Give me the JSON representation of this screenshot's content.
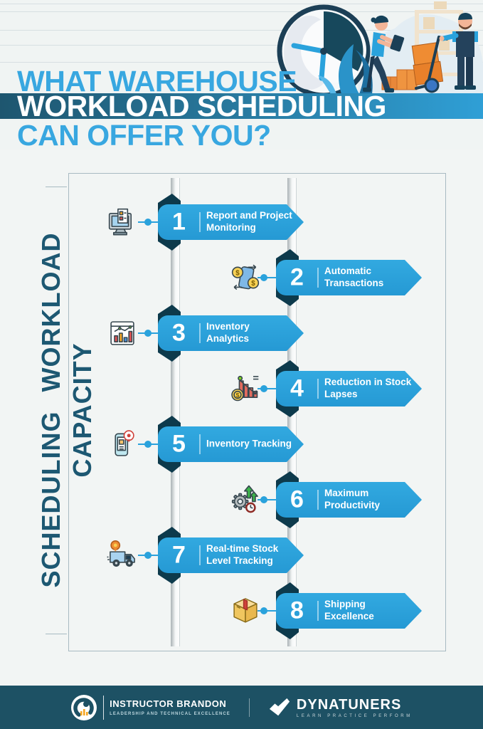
{
  "title": {
    "line1": "WHAT WAREHOUSE",
    "line2": "WORKLOAD SCHEDULING",
    "line3": "CAN OFFER YOU?"
  },
  "side_label": "SCHEDULING WORKLOAD CAPACITY",
  "items": [
    {
      "number": "1",
      "label": "Report and Project\nMonitoring",
      "icon": "monitor-report-icon"
    },
    {
      "number": "2",
      "label": "Automatic\nTransactions",
      "icon": "money-transactions-icon"
    },
    {
      "number": "3",
      "label": "Inventory\nAnalytics",
      "icon": "analytics-board-icon"
    },
    {
      "number": "4",
      "label": "Reduction in Stock\nLapses",
      "icon": "declining-stock-icon"
    },
    {
      "number": "5",
      "label": "Inventory Tracking",
      "icon": "tracking-phone-icon"
    },
    {
      "number": "6",
      "label": "Maximum\nProductivity",
      "icon": "gear-productivity-icon"
    },
    {
      "number": "7",
      "label": "Real-time Stock\nLevel Tracking",
      "icon": "delivery-truck-icon"
    },
    {
      "number": "8",
      "label": "Shipping Excellence",
      "icon": "shipping-box-icon"
    }
  ],
  "footer": {
    "brand1": {
      "name": "INSTRUCTOR BRANDON",
      "tagline": "LEADERSHIP AND TECHNICAL EXCELLENCE"
    },
    "brand2": {
      "name": "DYNATUNERS",
      "tagline": "LEARN PRACTICE PERFORM"
    }
  },
  "colors": {
    "accent_blue": "#2AA2DC",
    "dark_teal": "#0D3A4C",
    "title_blue": "#38A7E0",
    "footer_bg": "#1D5164",
    "background": "#F2F5F4"
  }
}
